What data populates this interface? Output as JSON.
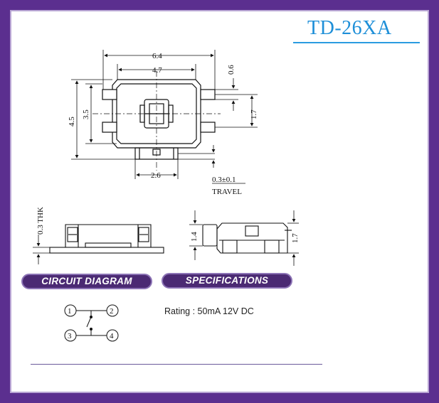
{
  "title": "TD-26XA",
  "dimensions": {
    "width_total": "6.4",
    "width_body": "4.7",
    "height_total": "4.5",
    "height_body": "3.5",
    "pin_width": "0.6",
    "pin_pitch": "1.7",
    "actuator_width": "2.6",
    "travel_value": "0.3±0.1",
    "travel_label": "TRAVEL",
    "thickness": "0.3 THK",
    "side_height": "1.4",
    "side_total": "1.7"
  },
  "sections": {
    "circuit_diagram": "CIRCUIT DIAGRAM",
    "specifications": "SPECIFICATIONS"
  },
  "circuit": {
    "pins": [
      "1",
      "2",
      "3",
      "4"
    ]
  },
  "spec_rating": "Rating : 50mA 12V DC",
  "colors": {
    "frame": "#5b2f8f",
    "title": "#1e8fd8",
    "pill": "#4b2a73"
  }
}
